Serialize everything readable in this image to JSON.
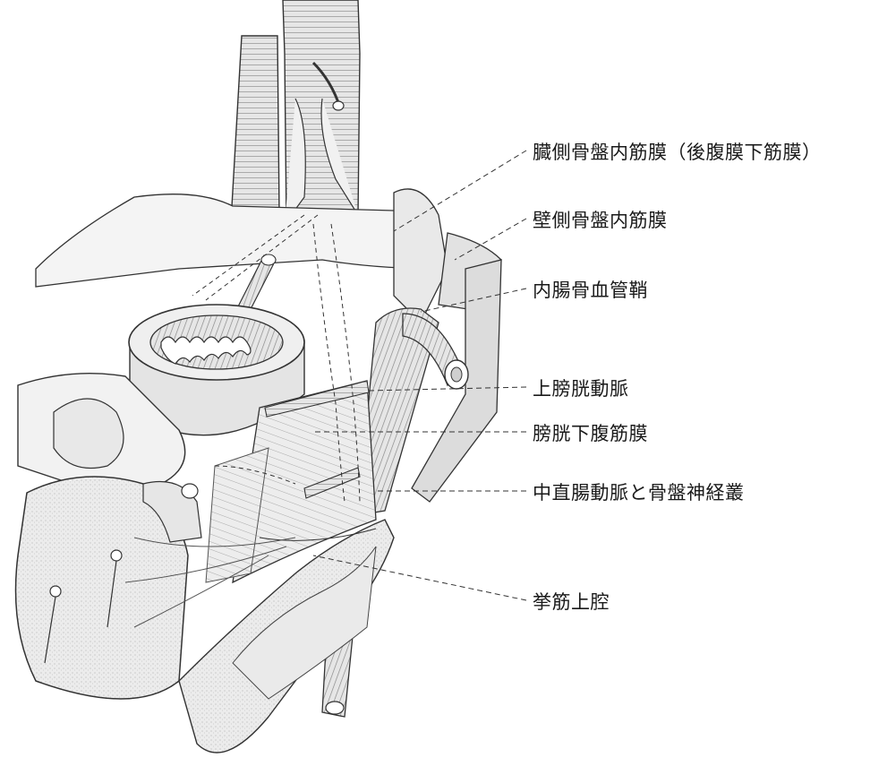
{
  "labels": [
    {
      "id": "visceral-endopelvic-fascia",
      "text": "臓側骨盤内筋膜（後腹膜下筋膜）"
    },
    {
      "id": "parietal-endopelvic-fascia",
      "text": "壁側骨盤内筋膜"
    },
    {
      "id": "internal-iliac-vascular-sheath",
      "text": "内腸骨血管鞘"
    },
    {
      "id": "superior-vesical-artery",
      "text": "上膀胱動脈"
    },
    {
      "id": "vesicohypogastric-fascia",
      "text": "膀胱下腹筋膜"
    },
    {
      "id": "middle-rectal-artery-pelvic-plexus",
      "text": "中直腸動脈と骨盤神経叢"
    },
    {
      "id": "supralevator-space",
      "text": "挙筋上腔"
    }
  ]
}
